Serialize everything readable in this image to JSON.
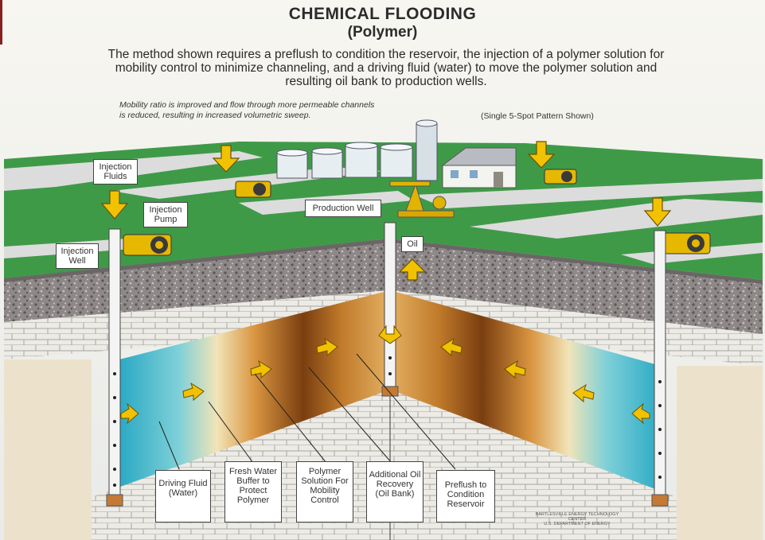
{
  "header": {
    "title": "CHEMICAL FLOODING",
    "subtitle": "(Polymer)",
    "description": "The method shown requires a preflush to condition the reservoir, the injection of a polymer solution for mobility control to minimize channeling, and a driving fluid (water) to move the polymer solution and resulting oil bank to production wells."
  },
  "notes": {
    "mobility": "Mobility ratio is improved and flow through more permeable channels is reduced, resulting in increased volumetric sweep.",
    "pattern": "(Single 5-Spot Pattern Shown)"
  },
  "labels": {
    "injection_fluids": "Injection Fluids",
    "injection_pump": "Injection Pump",
    "injection_well": "Injection Well",
    "production_well": "Production Well",
    "oil": "Oil"
  },
  "zones": {
    "driving_fluid": "Driving Fluid (Water)",
    "fresh_water_buffer": "Fresh Water Buffer to Protect Polymer",
    "polymer_solution": "Polymer Solution For Mobility Control",
    "additional_oil": "Additional Oil Recovery (Oil Bank)",
    "preflush": "Preflush to Condition Reservoir"
  },
  "credit": {
    "line1": "BARTLESVILLE ENERGY TECHNOLOGY CENTER",
    "line2": "U.S. DEPARTMENT OF ENERGY"
  },
  "colors": {
    "grass": "#3f9a48",
    "road": "#d9d9d9",
    "arrow": "#f2c200",
    "water": "#2fb4c8",
    "oil_bank": "#8a4a14",
    "polymer": "#d98a2a",
    "brick": "#e8e6e0"
  }
}
